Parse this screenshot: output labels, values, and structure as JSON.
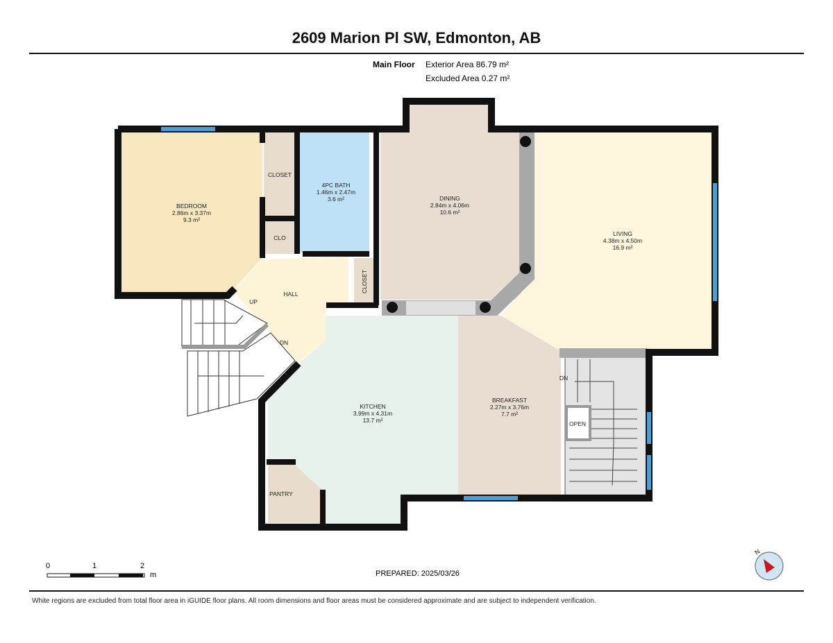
{
  "header": {
    "title": "2609 Marion Pl SW, Edmonton, AB",
    "floor": "Main Floor",
    "exterior_area": "Exterior Area 86.79 m²",
    "excluded_area": "Excluded Area 0.27 m²"
  },
  "rooms": {
    "bedroom": {
      "name": "BEDROOM",
      "dims": "2.86m x 3.37m",
      "area": "9.3 m²"
    },
    "bath": {
      "name": "4PC BATH",
      "dims": "1.46m x 2.47m",
      "area": "3.6 m²"
    },
    "dining": {
      "name": "DINING",
      "dims": "2.84m x 4.06m",
      "area": "10.6 m²"
    },
    "living": {
      "name": "LIVING",
      "dims": "4.38m x 4.50m",
      "area": "16.9 m²"
    },
    "kitchen": {
      "name": "KITCHEN",
      "dims": "3.99m x 4.31m",
      "area": "13.7 m²"
    },
    "breakfast": {
      "name": "BREAKFAST",
      "dims": "2.27m x 3.76m",
      "area": "7.7 m²"
    },
    "closet1": "CLOSET",
    "clo": "CLO",
    "closet2": "CLOSET",
    "hall": "HALL",
    "pantry": "PANTRY",
    "open": "OPEN",
    "up": "UP",
    "dn1": "DN",
    "dn2": "DN"
  },
  "scale": {
    "ticks": [
      "0",
      "1",
      "2"
    ],
    "unit": "m"
  },
  "compass": {
    "label": "N"
  },
  "footer": {
    "prepared": "PREPARED: 2025/03/26",
    "disclaimer": "White regions are excluded from total floor area in iGUIDE floor plans. All room dimensions and floor areas must be considered approximate and are subject to independent verification."
  },
  "colors": {
    "bedroom": "#f9e7bf",
    "bath": "#bfe1f7",
    "dining": "#e8ddd0",
    "living": "#fdf6dd",
    "kitchen": "#e6f2eb",
    "closet": "#e8dccc",
    "wall": "#111111",
    "window": "#4a9fd8"
  }
}
